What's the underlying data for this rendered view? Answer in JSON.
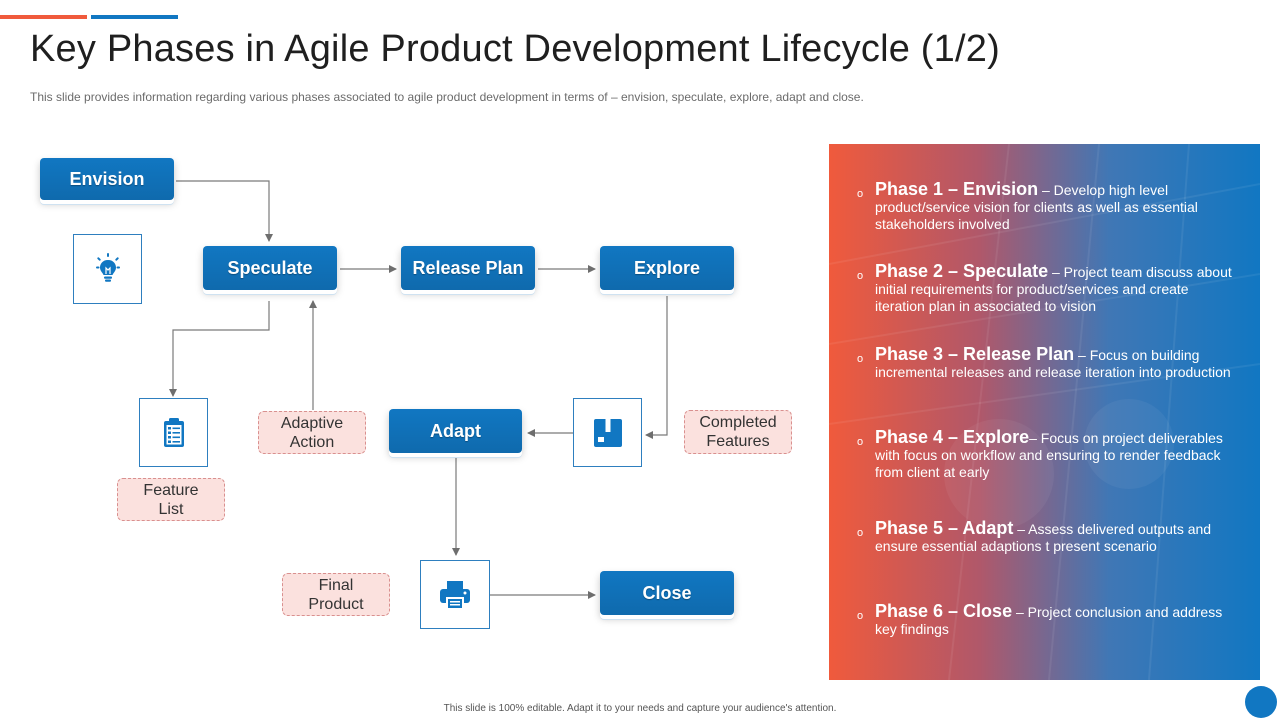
{
  "slide": {
    "title": "Key Phases in Agile Product Development Lifecycle (1/2)",
    "subtitle": "This slide provides  information  regarding  various  phases associated to agile product development  in terms of – envision,  speculate, explore, adapt and close.",
    "footer": "This slide is 100% editable.  Adapt it to your needs and capture your audience's attention."
  },
  "colors": {
    "blue": "#1177C2",
    "orange": "#F05A3C",
    "pink_fill": "#FBE1DE",
    "pink_border": "#D9908F"
  },
  "flow": {
    "envision": "Envision",
    "speculate": "Speculate",
    "release_plan": "Release Plan",
    "explore": "Explore",
    "adapt": "Adapt",
    "close": "Close",
    "adaptive_action_1": "Adaptive",
    "adaptive_action_2": "Action",
    "completed_features_1": "Completed",
    "completed_features_2": "Features",
    "feature_list_1": "Feature",
    "feature_list_2": "List",
    "final_product_1": "Final",
    "final_product_2": "Product"
  },
  "icons": {
    "envision": "lightbulb-icon",
    "feature_list": "clipboard-icon",
    "completed_features": "box-icon",
    "final_product": "printer-icon"
  },
  "phases": [
    {
      "title": "Phase 1 – Envision",
      "desc": " – Develop high level product/service vision for clients as well as essential stakeholders involved"
    },
    {
      "title": "Phase 2 – Speculate",
      "desc": " – Project team discuss about initial requirements for product/services and create iteration plan in associated to vision"
    },
    {
      "title": "Phase 3 – Release Plan",
      "desc": " – Focus on building incremental releases and release iteration into production"
    },
    {
      "title": "Phase 4 – Explore",
      "desc": "– Focus on project deliverables with focus on workflow and ensuring to render feedback from client at early"
    },
    {
      "title": "Phase 5 – Adapt",
      "desc": " – Assess delivered outputs and ensure essential adaptions t present scenario"
    },
    {
      "title": "Phase 6 – Close",
      "desc": " – Project conclusion and address key findings"
    }
  ],
  "bullet": "o"
}
